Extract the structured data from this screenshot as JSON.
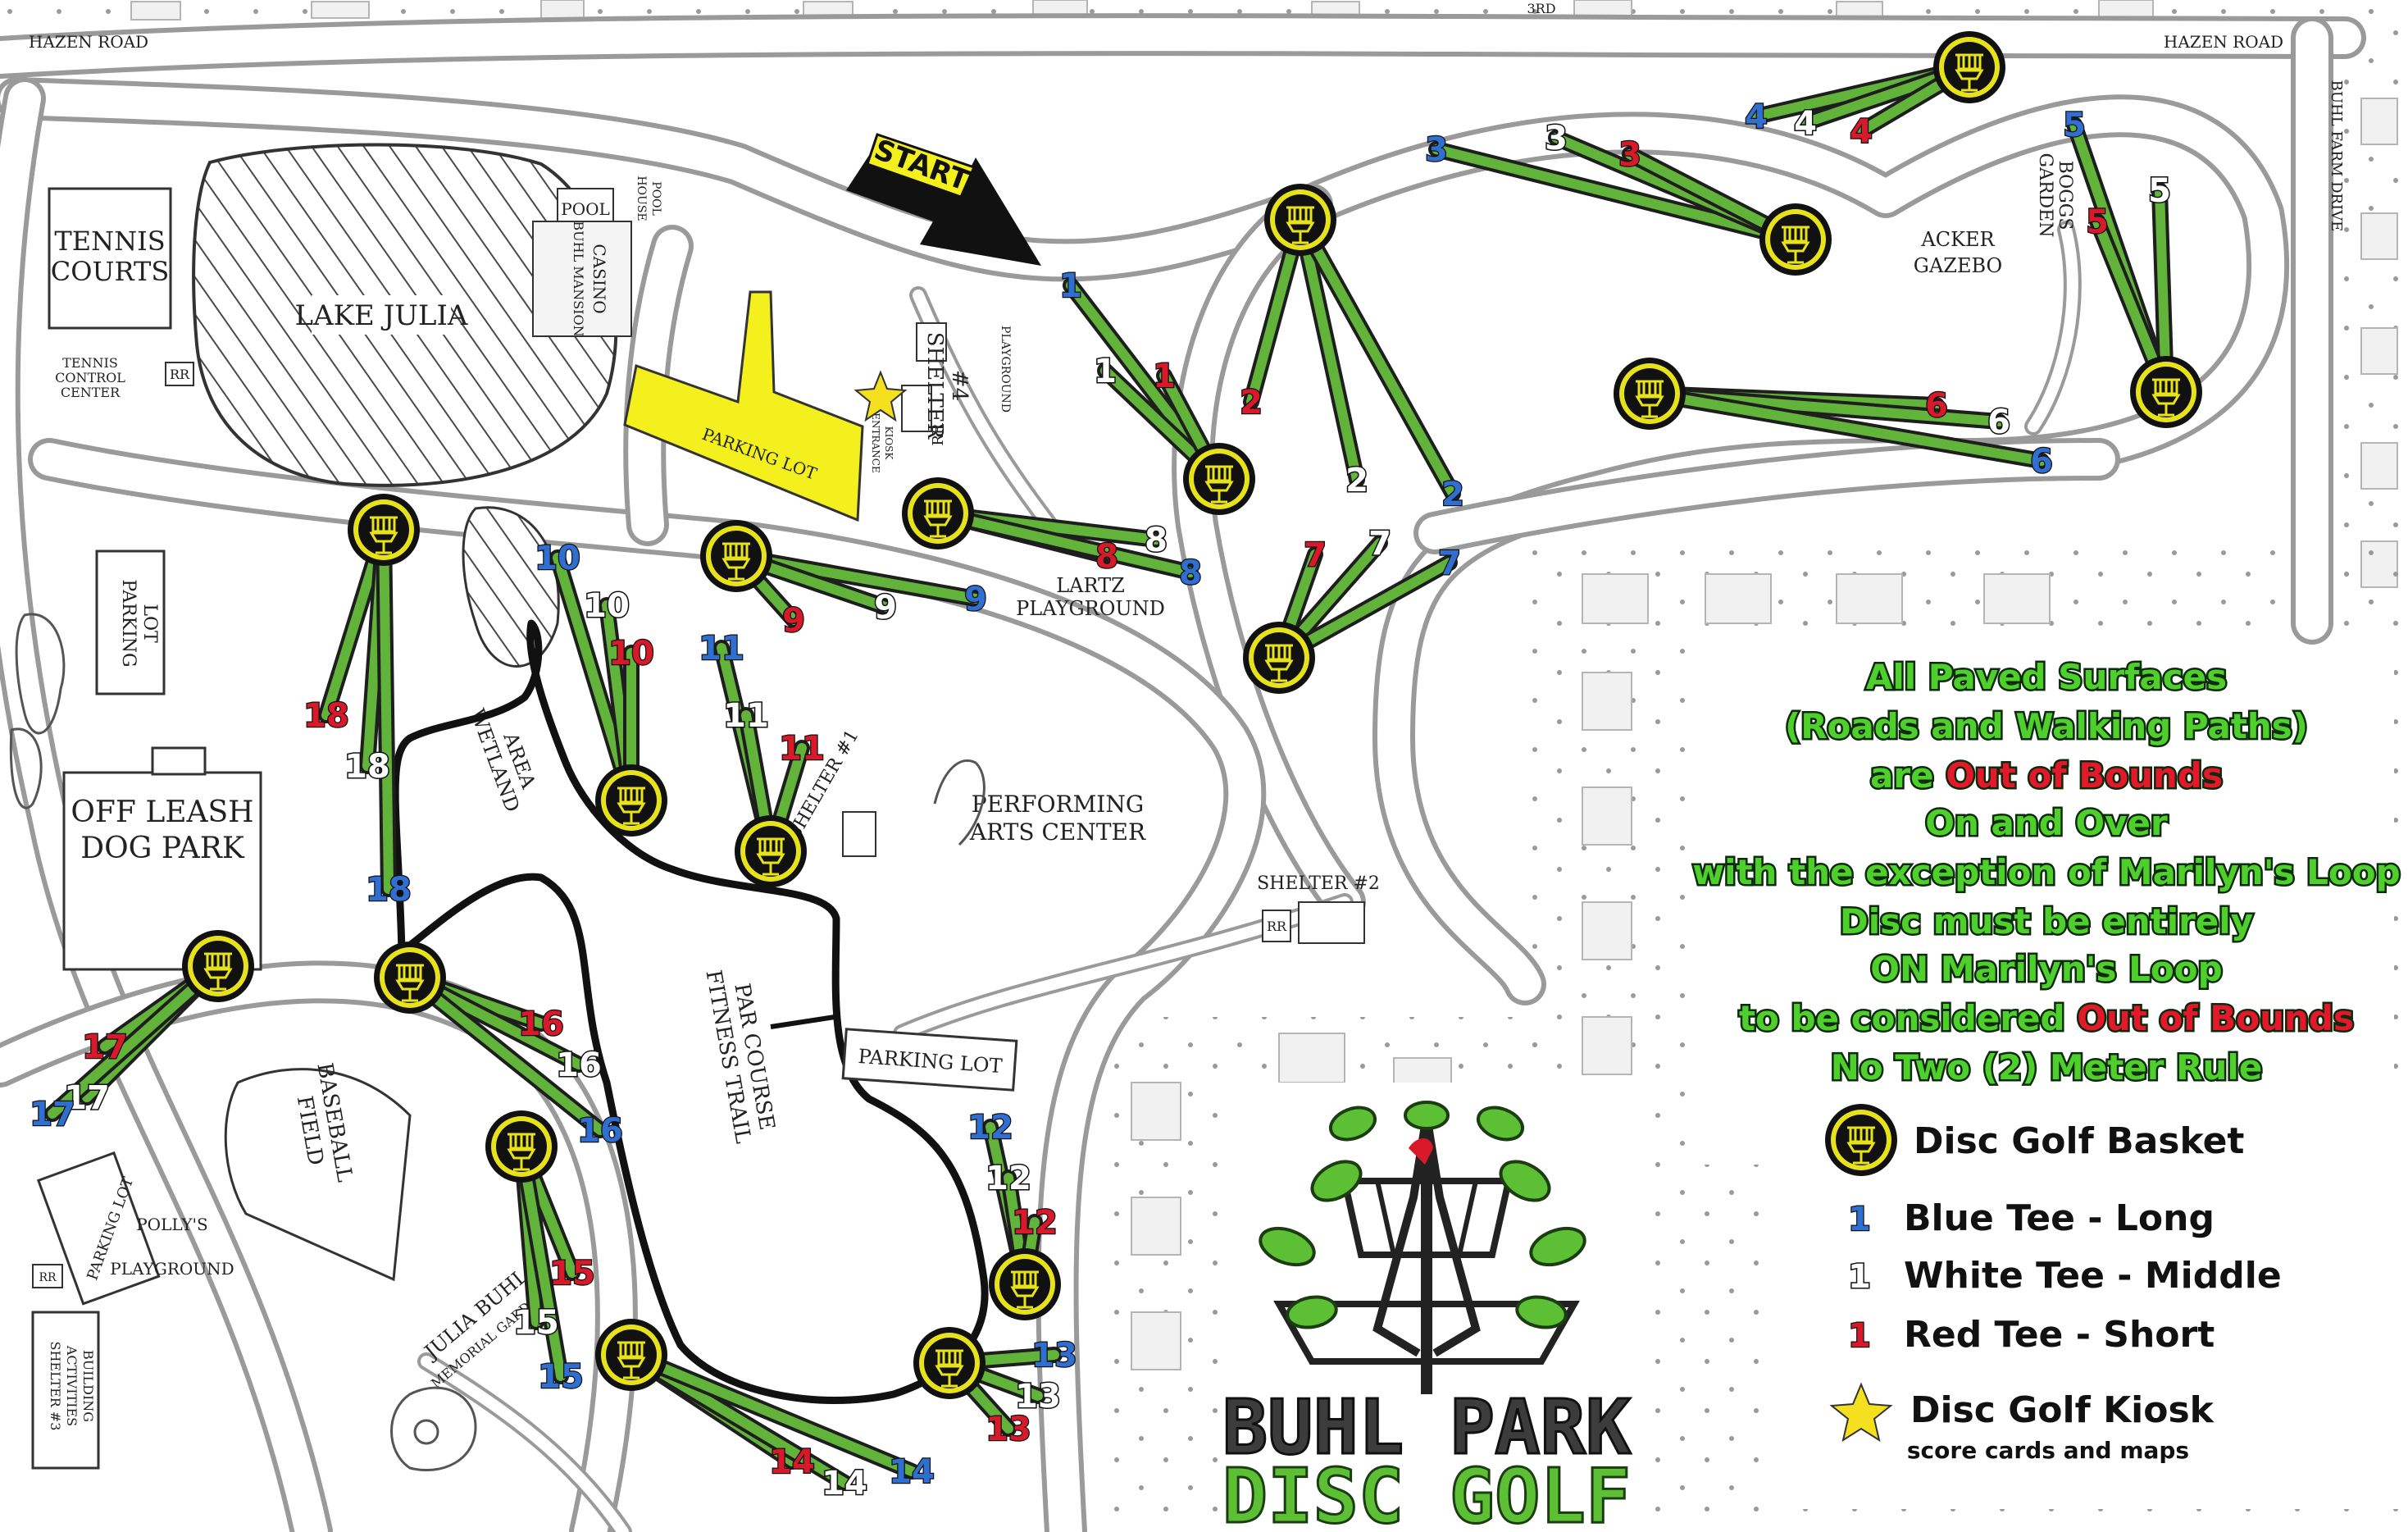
{
  "streets": {
    "hazen_left": "HAZEN ROAD",
    "hazen_right": "HAZEN ROAD",
    "buhl_farm": "BUHL FARM DRIVE",
    "third": "3RD"
  },
  "places": {
    "tennis_courts_1": "TENNIS",
    "tennis_courts_2": "COURTS",
    "tennis_control_1": "TENNIS",
    "tennis_control_2": "CONTROL",
    "tennis_control_3": "CENTER",
    "lake": "LAKE JULIA",
    "pool": "POOL",
    "pool_house_1": "POOL",
    "pool_house_2": "HOUSE",
    "casino_1": "BUHL MANSION",
    "casino_2": "CASINO",
    "parking_lot_main": "PARKING LOT",
    "shelter4_1": "SHELTER",
    "shelter4_2": "#4",
    "playground": "PLAYGROUND",
    "kiosk_1": "ENTRANCE",
    "kiosk_2": "KIOSK",
    "restroom": "RR",
    "lartz_1": "LARTZ",
    "lartz_2": "PLAYGROUND",
    "parking_left_1": "PARKING",
    "parking_left_2": "LOT",
    "dog_park_1": "OFF LEASH",
    "dog_park_2": "DOG PARK",
    "wetland_1": "WETLAND",
    "wetland_2": "AREA",
    "shelter1": "SHELTER #1",
    "pac_1": "PERFORMING",
    "pac_2": "ARTS CENTER",
    "shelter2": "SHELTER #2",
    "par_course_1": "PAR COURSE",
    "par_course_2": "FITNESS TRAIL",
    "parking_lot_south": "PARKING LOT",
    "baseball_1": "BASEBALL",
    "baseball_2": "FIELD",
    "parking_lot_sw": "PARKING LOT",
    "pollys_1": "POLLY'S",
    "pollys_2": "PLAYGROUND",
    "julia_buhl_1": "JULIA BUHL",
    "julia_buhl_2": "MEMORIAL GARDEN",
    "shelter3_1": "SHELTER #3",
    "shelter3_2": "ACTIVITIES",
    "shelter3_3": "BUILDING",
    "acker_1": "ACKER",
    "acker_2": "GAZEBO",
    "garden_1": "BOGGS",
    "garden_2": "GARDEN"
  },
  "start_label": "START",
  "holes": [
    {
      "n": "1",
      "basket": [
        1487,
        584
      ],
      "tees": [
        [
          "b",
          1306,
          348
        ],
        [
          "w",
          1348,
          452
        ],
        [
          "r",
          1420,
          458
        ]
      ]
    },
    {
      "n": "2",
      "basket": [
        1586,
        268
      ],
      "tees": [
        [
          "r",
          1526,
          490
        ],
        [
          "w",
          1655,
          585
        ],
        [
          "b",
          1772,
          602
        ]
      ]
    },
    {
      "n": "3",
      "basket": [
        2190,
        292
      ],
      "tees": [
        [
          "b",
          1752,
          182
        ],
        [
          "w",
          1898,
          168
        ],
        [
          "r",
          1988,
          188
        ]
      ]
    },
    {
      "n": "4",
      "basket": [
        2402,
        82
      ],
      "tees": [
        [
          "b",
          2142,
          142
        ],
        [
          "w",
          2202,
          150
        ],
        [
          "r",
          2270,
          160
        ]
      ]
    },
    {
      "n": "5",
      "basket": [
        2642,
        478
      ],
      "tees": [
        [
          "b",
          2530,
          152
        ],
        [
          "w",
          2634,
          232
        ],
        [
          "r",
          2558,
          270
        ]
      ]
    },
    {
      "n": "6",
      "basket": [
        2012,
        480
      ],
      "tees": [
        [
          "r",
          2362,
          494
        ],
        [
          "w",
          2438,
          514
        ],
        [
          "b",
          2490,
          562
        ]
      ]
    },
    {
      "n": "7",
      "basket": [
        1560,
        802
      ],
      "tees": [
        [
          "r",
          1604,
          676
        ],
        [
          "w",
          1683,
          662
        ],
        [
          "b",
          1768,
          686
        ]
      ]
    },
    {
      "n": "8",
      "basket": [
        1144,
        626
      ],
      "tees": [
        [
          "r",
          1350,
          678
        ],
        [
          "w",
          1410,
          658
        ],
        [
          "b",
          1452,
          698
        ]
      ]
    },
    {
      "n": "9",
      "basket": [
        898,
        678
      ],
      "tees": [
        [
          "b",
          1190,
          730
        ],
        [
          "w",
          1080,
          740
        ],
        [
          "r",
          968,
          756
        ]
      ]
    },
    {
      "n": "10",
      "basket": [
        770,
        976
      ],
      "tees": [
        [
          "b",
          680,
          680
        ],
        [
          "w",
          740,
          738
        ],
        [
          "r",
          770,
          796
        ]
      ]
    },
    {
      "n": "11",
      "basket": [
        940,
        1038
      ],
      "tees": [
        [
          "b",
          880,
          790
        ],
        [
          "w",
          910,
          872
        ],
        [
          "r",
          978,
          912
        ]
      ]
    },
    {
      "n": "12",
      "basket": [
        1250,
        1566
      ],
      "tees": [
        [
          "b",
          1208,
          1374
        ],
        [
          "w",
          1230,
          1436
        ],
        [
          "r",
          1262,
          1490
        ]
      ]
    },
    {
      "n": "13",
      "basket": [
        1158,
        1662
      ],
      "tees": [
        [
          "b",
          1286,
          1652
        ],
        [
          "w",
          1266,
          1702
        ],
        [
          "r",
          1230,
          1742
        ]
      ]
    },
    {
      "n": "14",
      "basket": [
        770,
        1652
      ],
      "tees": [
        [
          "r",
          966,
          1782
        ],
        [
          "w",
          1030,
          1808
        ],
        [
          "b",
          1112,
          1794
        ]
      ]
    },
    {
      "n": "15",
      "basket": [
        636,
        1398
      ],
      "tees": [
        [
          "r",
          698,
          1552
        ],
        [
          "w",
          654,
          1612
        ],
        [
          "b",
          684,
          1678
        ]
      ]
    },
    {
      "n": "16",
      "basket": [
        500,
        1192
      ],
      "tees": [
        [
          "r",
          660,
          1248
        ],
        [
          "w",
          706,
          1298
        ],
        [
          "b",
          732,
          1378
        ]
      ]
    },
    {
      "n": "17",
      "basket": [
        266,
        1178
      ],
      "tees": [
        [
          "r",
          128,
          1276
        ],
        [
          "w",
          106,
          1338
        ],
        [
          "b",
          64,
          1358
        ]
      ]
    },
    {
      "n": "18",
      "basket": [
        468,
        646
      ],
      "tees": [
        [
          "r",
          398,
          872
        ],
        [
          "w",
          448,
          934
        ],
        [
          "b",
          474,
          1084
        ]
      ]
    }
  ],
  "legend": {
    "line1": "All Paved Surfaces",
    "line2": "(Roads and Walking Paths)",
    "line3a": "are",
    "line3b": "Out of Bounds",
    "line4": "On  and  Over",
    "line5": "with the exception of Marilyn's Loop",
    "line6": "Disc must be entirely",
    "line7": "ON Marilyn's Loop",
    "line8a": "to be considered",
    "line8b": "Out of Bounds",
    "line9": "No Two (2) Meter Rule"
  },
  "key": {
    "basket": "Disc Golf Basket",
    "blue_num": "1",
    "blue": "Blue Tee - Long",
    "white_num": "1",
    "white": "White Tee - Middle",
    "red_num": "1",
    "red": "Red Tee - Short",
    "kiosk": "Disc Golf Kiosk",
    "kiosk_sub": "score cards and maps"
  },
  "brand": {
    "line1a": "BUHL",
    "line1b": "PARK",
    "line2": "DISC GOLF"
  },
  "colors": {
    "fairway": "#62b33a",
    "blue_tee": "#2f6fd1",
    "red_tee": "#d7192a",
    "basket_ring": "#e8e21a",
    "highlight": "#f4f01e",
    "legend_text": "#4fcf2b"
  },
  "icons": {
    "basket": "disc-golf-basket-icon",
    "kiosk": "star-icon",
    "start": "arrow-icon"
  }
}
